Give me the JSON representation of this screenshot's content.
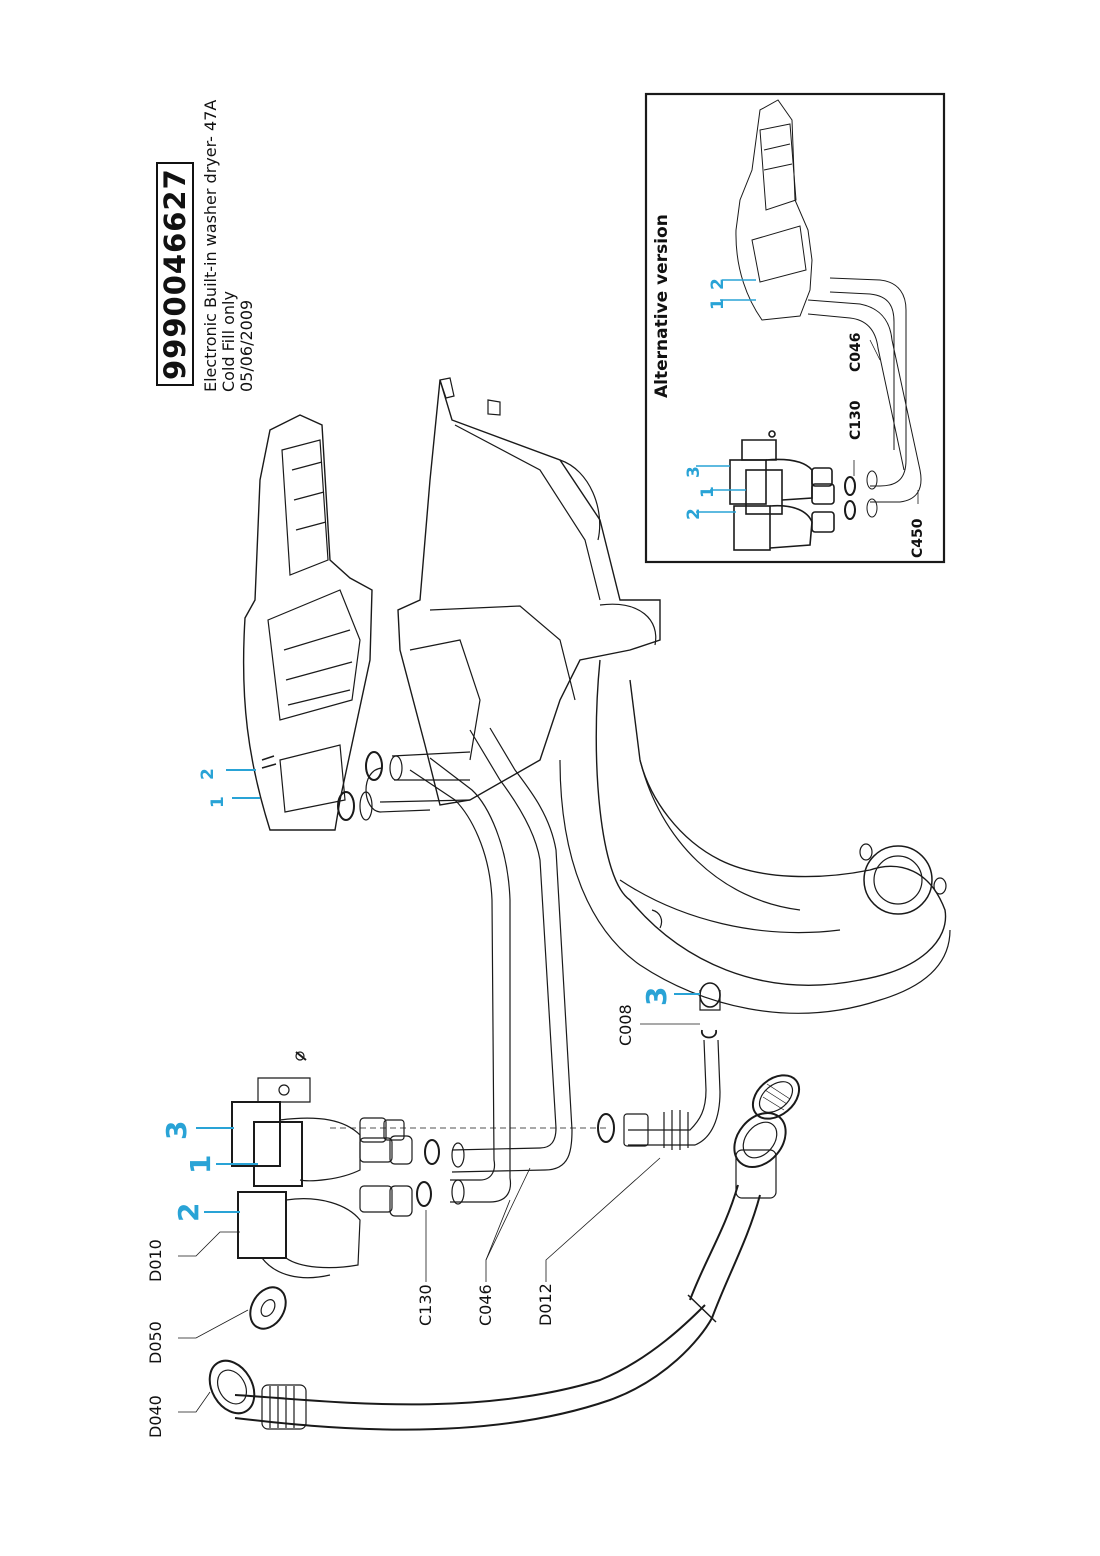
{
  "header": {
    "part_number": "9990046627",
    "description_lines": [
      "Electronic Built-in washer dryer- 47A",
      "Cold Fill only",
      "05/06/2009"
    ]
  },
  "codes": {
    "d040": "D040",
    "d050": "D050",
    "d010": "D010",
    "c130": "C130",
    "c046": "C046",
    "d012": "D012",
    "c008": "C008"
  },
  "callouts": {
    "valve_2": "2",
    "valve_1": "1",
    "valve_3": "3",
    "board_1": "1",
    "board_2": "2",
    "dispenser_3": "3"
  },
  "inset": {
    "title": "Alternative version",
    "codes": {
      "c450": "C450",
      "c130": "C130",
      "c046": "C046"
    },
    "callouts": {
      "valve_2": "2",
      "valve_1": "1",
      "valve_3": "3",
      "board_1": "1",
      "board_2": "2"
    }
  },
  "colors": {
    "callout": "#29a3d6",
    "line": "#1a1a1a"
  }
}
